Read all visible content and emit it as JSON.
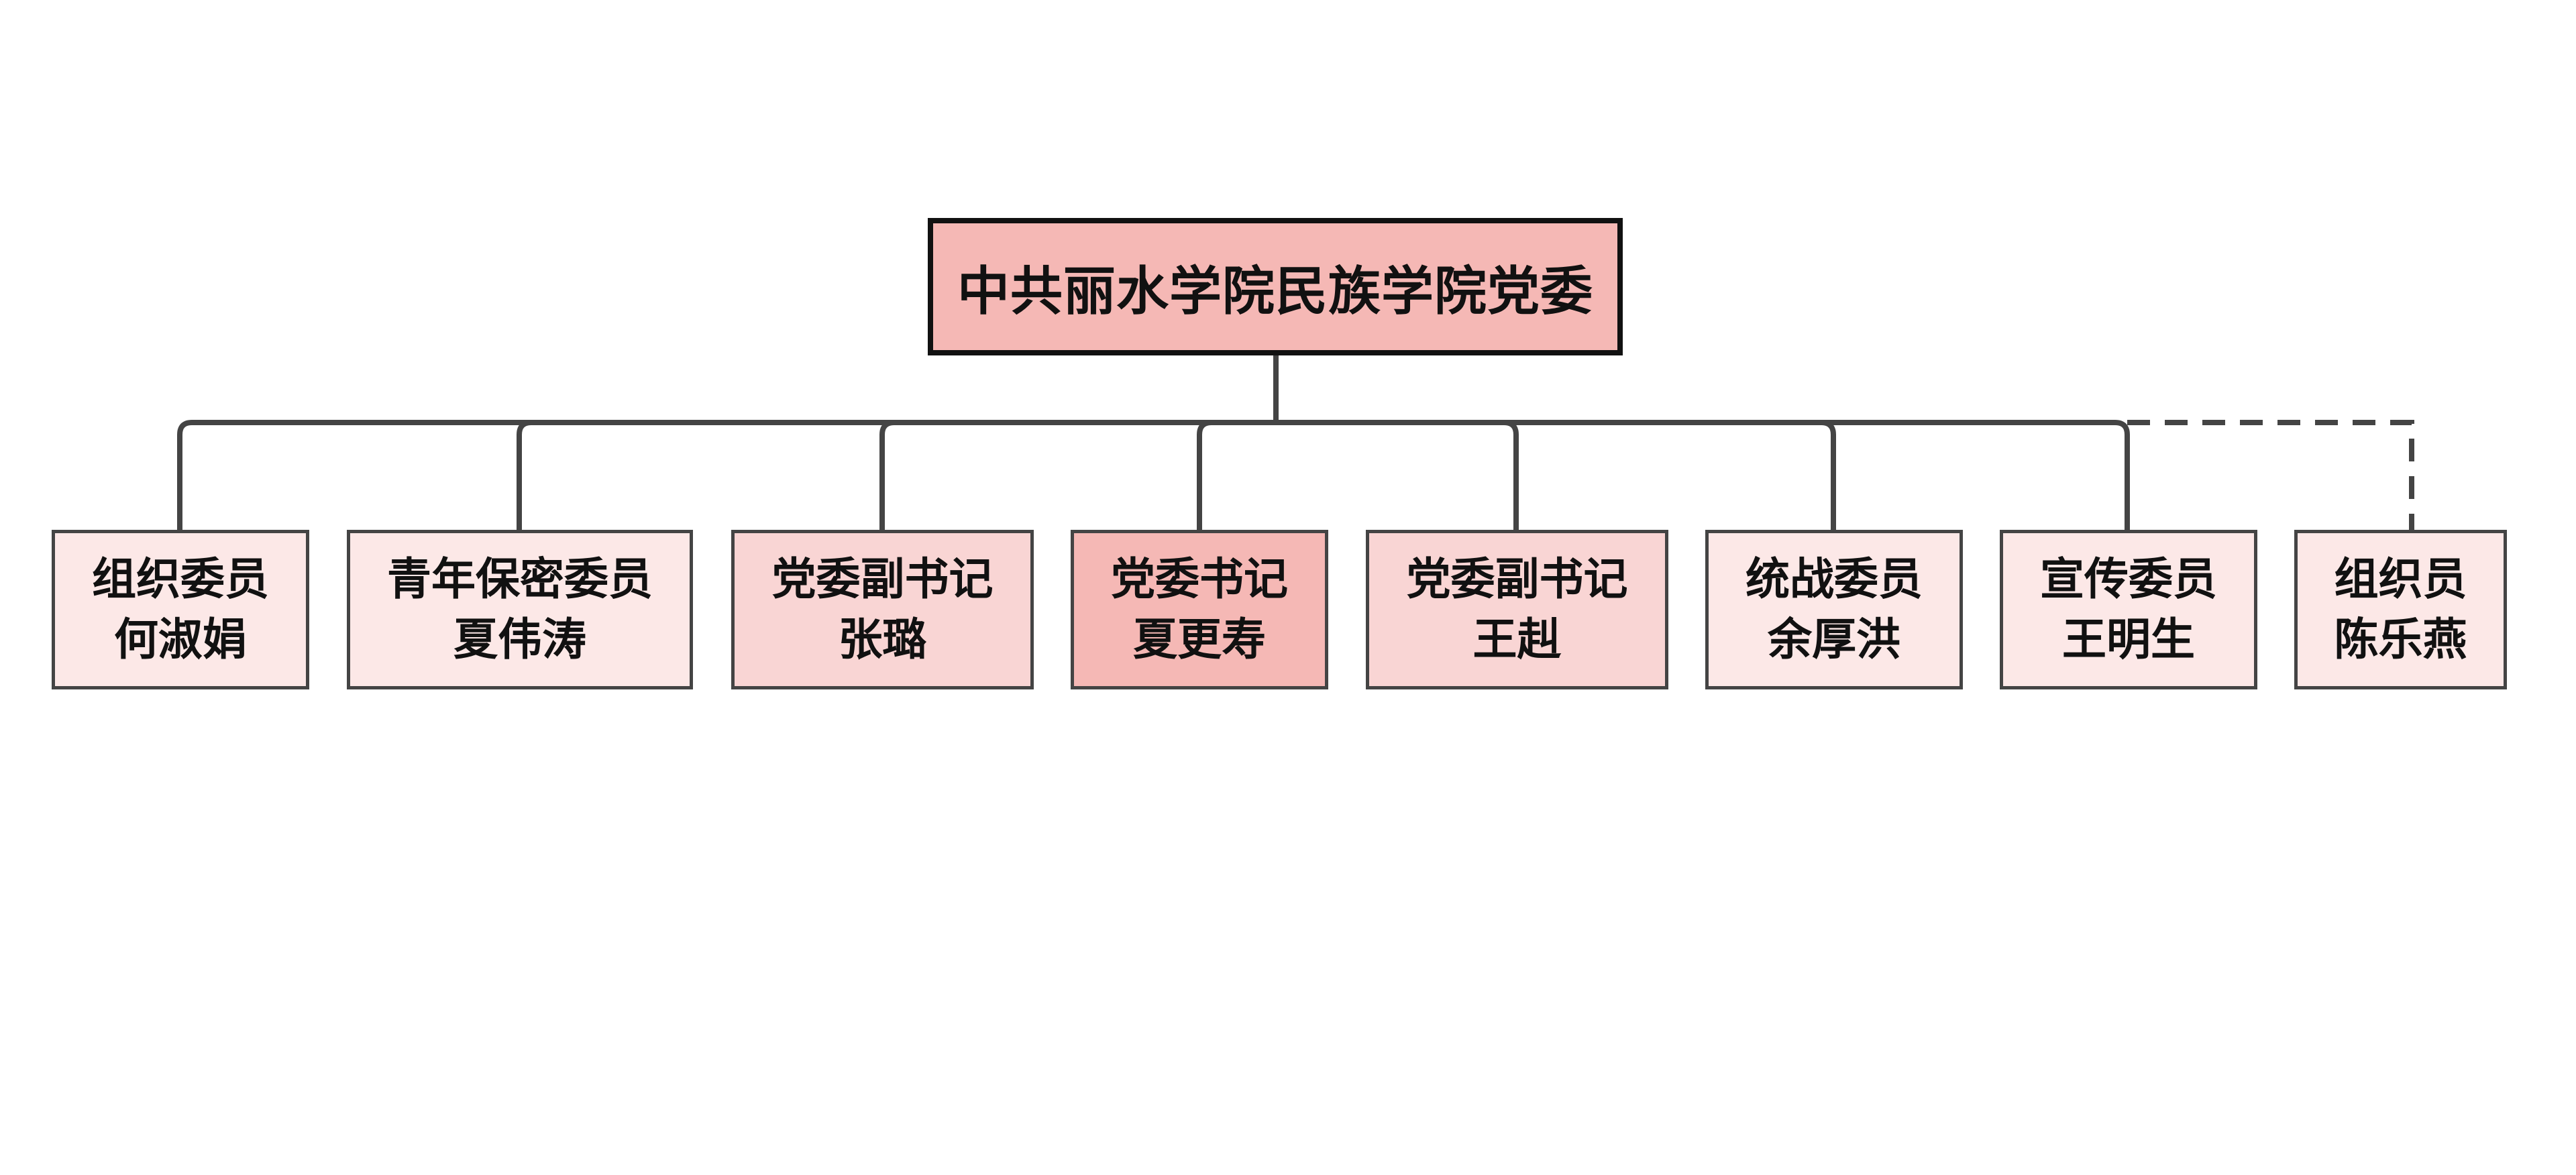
{
  "root": {
    "label": "中共丽水学院民族学院党委",
    "color": "#f5b8b5"
  },
  "members": [
    {
      "role": "组织委员",
      "name": "何淑娟",
      "color": "#fce8e7",
      "link": "solid"
    },
    {
      "role": "青年保密委员",
      "name": "夏伟涛",
      "color": "#fce8e7",
      "link": "solid"
    },
    {
      "role": "党委副书记",
      "name": "张璐",
      "color": "#f9d5d4",
      "link": "solid"
    },
    {
      "role": "党委书记",
      "name": "夏更寿",
      "color": "#f5b8b5",
      "link": "solid"
    },
    {
      "role": "党委副书记",
      "name": "王赳",
      "color": "#f9d5d4",
      "link": "solid"
    },
    {
      "role": "统战委员",
      "name": "余厚洪",
      "color": "#fce8e7",
      "link": "solid"
    },
    {
      "role": "宣传委员",
      "name": "王明生",
      "color": "#fce8e7",
      "link": "solid"
    },
    {
      "role": "组织员",
      "name": "陈乐燕",
      "color": "#fce8e7",
      "link": "dashed"
    }
  ],
  "colors": {
    "connector": "#444444",
    "root_border": "#111111",
    "child_border": "#444444"
  }
}
